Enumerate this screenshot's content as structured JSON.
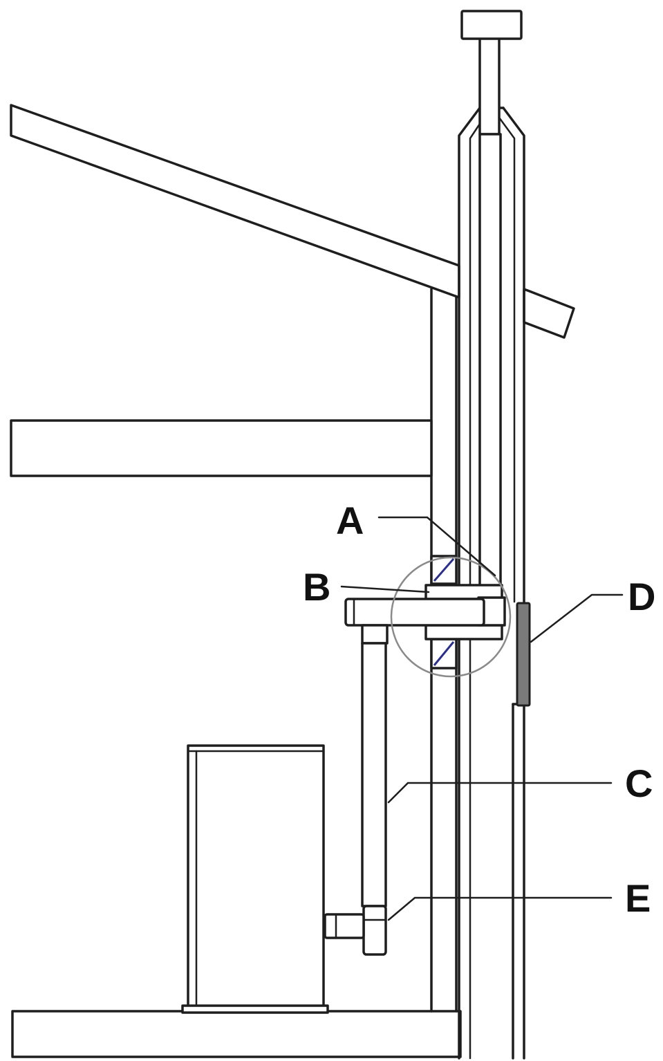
{
  "labels": {
    "a": "A",
    "b": "B",
    "c": "C",
    "d": "D",
    "e": "E"
  },
  "colors": {
    "line": "#1e1e1e",
    "detail_circle": "#8a8a8a",
    "hatch": "#2a2f8a",
    "seal_plate": "#7a7a7a"
  }
}
